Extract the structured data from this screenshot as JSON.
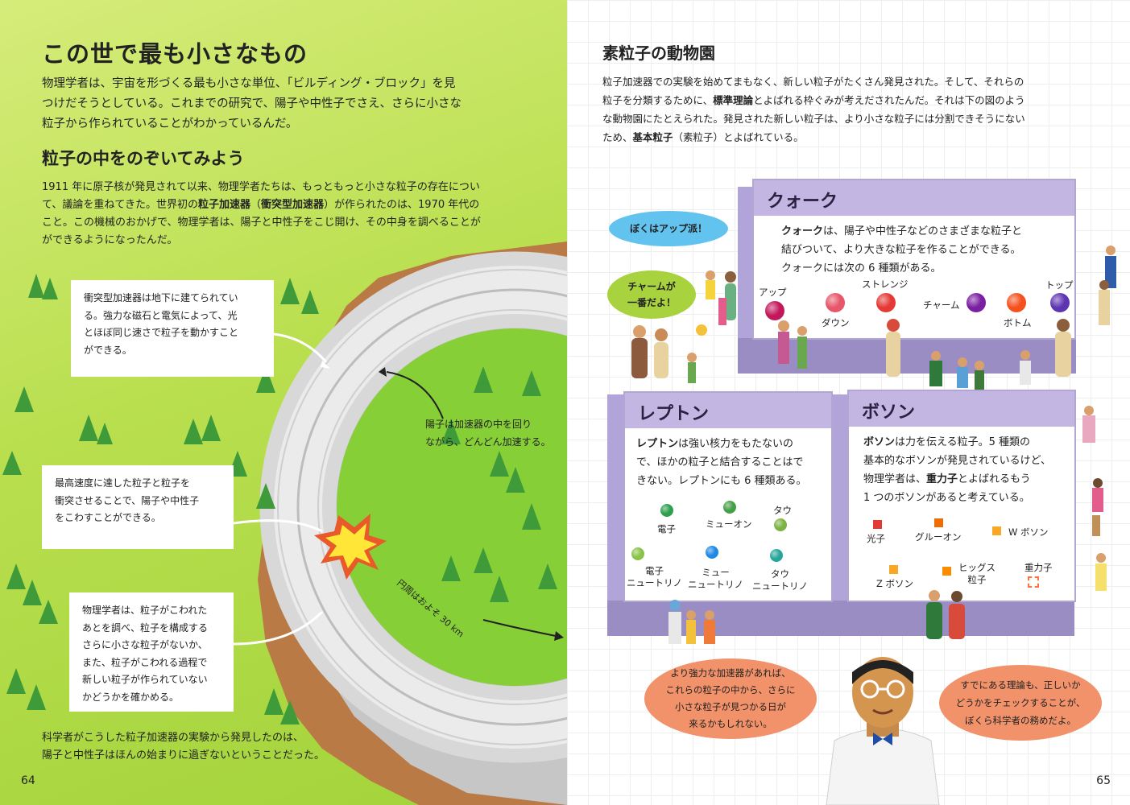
{
  "left": {
    "title": "この世で最も小さなもの",
    "intro": [
      "物理学者は、宇宙を形づくる最も小さな単位、「ビルディング・ブロック」を見",
      "つけだそうとしている。これまでの研究で、陽子や中性子でさえ、さらに小さな",
      "粒子から作られていることがわかっているんだ。"
    ],
    "subtitle": "粒子の中をのぞいてみよう",
    "body1": {
      "line1": "1911 年に原子核が発見されて以来、物理学者たちは、もっともっと小さな粒子の存在につい",
      "line2": "て、議論を重ねてきた。世界初の",
      "bold_accel": "粒子加速器",
      "paren_open": "（",
      "bold_collider": "衝突型加速器",
      "paren_close": "）",
      "line2_end": "が作られたのは、1970 年代の",
      "line3": "こと。この機械のおかげで、物理学者は、陽子と中性子をこじ開け、その中身を調べることが",
      "line4": "ができるようになったんだ。"
    },
    "callout1": [
      "衝突型加速器は地下に建てられてい",
      "る。強力な磁石と電気によって、光",
      "とほぼ同じ速さで粒子を動かすこと",
      "ができる。"
    ],
    "callout2": [
      "陽子は加速器の中を回り",
      "ながら、どんどん加速する。"
    ],
    "callout3": [
      "最高速度に達した粒子と粒子を",
      "衝突させることで、陽子や中性子",
      "をこわすことができる。"
    ],
    "callout4": [
      "物理学者は、粒子がこわれた",
      "あとを調べ、粒子を構成する",
      "さらに小さな粒子がないか、",
      "また、粒子がこわれる過程で",
      "新しい粒子が作られていない",
      "かどうかを確かめる。"
    ],
    "circumference": "円周はおよそ 30 km",
    "footer": [
      "科学者がこうした粒子加速器の実験から発見したのは、",
      "陽子と中性子はほんの始まりに過ぎないということだった。"
    ],
    "page_number": "64"
  },
  "right": {
    "title": "素粒子の動物園",
    "intro": {
      "l1": "粒子加速器での実験を始めてまもなく、新しい粒子がたくさん発見された。そして、それらの",
      "l2a": "粒子を分類するために、",
      "l2b": "標準理論",
      "l2c": "とよばれる枠ぐみが考えだされたんだ。それは下の図のよう",
      "l3": "な動物園にたとえられた。発見された新しい粒子は、より小さな粒子には分割できそうにない",
      "l4a": "ため、",
      "l4b": "基本粒子",
      "l4c": "（素粒子）とよばれている。"
    },
    "quark": {
      "heading": "クォーク",
      "t1a": "クォーク",
      "t1b": "は、陽子や中性子などのさまざまな粒子と",
      "t2": "結びついて、より大きな粒子を作ることができる。",
      "t3": "クォークには次の 6 種類がある。",
      "particles": [
        "アップ",
        "ダウン",
        "ストレンジ",
        "チャーム",
        "ボトム",
        "トップ"
      ],
      "colors": [
        "#c2185b",
        "#e8566a",
        "#e53935",
        "#7b1fa2",
        "#f4511e",
        "#5e35b1"
      ]
    },
    "lepton": {
      "heading": "レプトン",
      "t1a": "レプトン",
      "t1b": "は強い核力をもたないの",
      "t2": "で、ほかの粒子と結合することはで",
      "t3": "きない。レプトンにも 6 種類ある。",
      "particles": [
        "電子",
        "ミューオン",
        "タウ",
        "電子\nニュートリノ",
        "ミュー\nニュートリノ",
        "タウ\nニュートリノ"
      ],
      "colors": [
        "#2e9e4f",
        "#43a047",
        "#7cb342",
        "#8bc34a",
        "#1e88e5",
        "#26a69a"
      ]
    },
    "boson": {
      "heading": "ボソン",
      "t1a": "ボソン",
      "t1b": "は力を伝える粒子。5 種類の",
      "t2": "基本的なボソンが発見されているけど、",
      "t3a": "物理学者は、",
      "t3b": "重力子",
      "t3c": "とよばれるもう",
      "t4": "1 つのボソンがあると考えている。",
      "particles": [
        "光子",
        "グルーオン",
        "W ボソン",
        "Z ボソン",
        "ヒッグス\n粒子",
        "重力子"
      ],
      "colors": [
        "#e53935",
        "#ef6c00",
        "#f9a825",
        "#f9a825",
        "#fb8c00",
        "#ff7043"
      ]
    },
    "speech1": "ぼくはアップ派！",
    "speech2": [
      "チャームが",
      "一番だよ！"
    ],
    "speech3": [
      "より強力な加速器があれば、",
      "これらの粒子の中から、さらに",
      "小さな粒子が見つかる日が",
      "来るかもしれない。"
    ],
    "speech4": [
      "すでにある理論も、正しいか",
      "どうかをチェックすることが、",
      "ぼくら科学者の務めだよ。"
    ],
    "page_number": "65"
  }
}
